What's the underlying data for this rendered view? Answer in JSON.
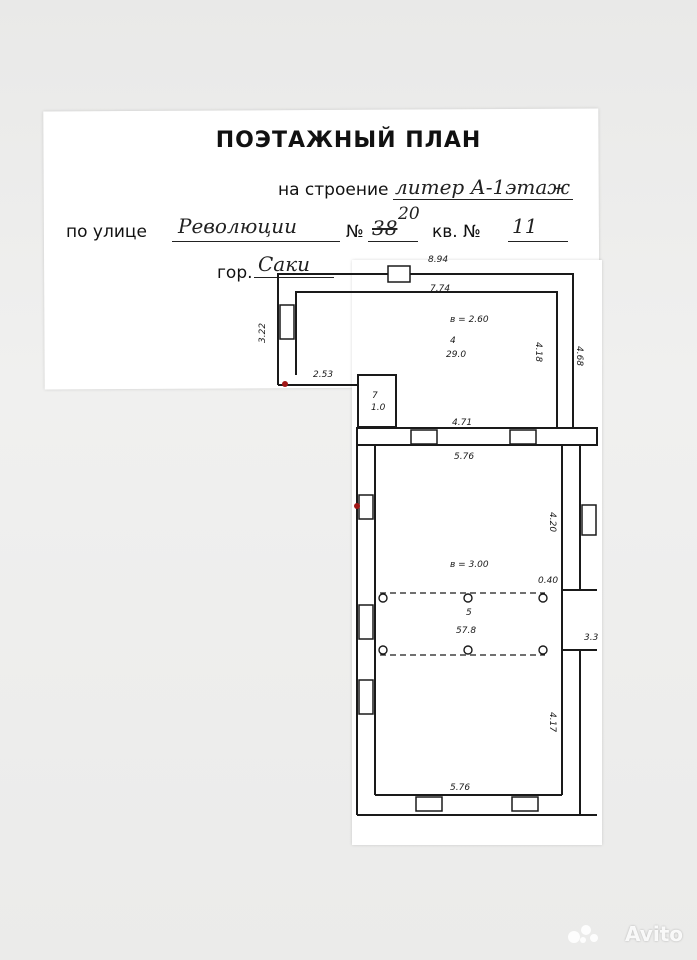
{
  "header": {
    "title": "ПОЭТАЖНЫЙ ПЛАН",
    "building_label": "на строение",
    "building_value": "литер А-1этаж",
    "street_label": "по улице",
    "street_value": "Революции",
    "number_label": "№",
    "number_value": "38",
    "number_correction": "20",
    "apt_label": "кв. №",
    "apt_value": "11",
    "city_label": "гор.",
    "city_value": "Саки"
  },
  "plan": {
    "dims": {
      "top_outer": "8.94",
      "top_inner": "7.74",
      "left_wall": "3.22",
      "right_outer": "4.68",
      "right_inner": "4.18",
      "small_width": "2.53",
      "corridor": "4.71",
      "room5_top": "5.76",
      "room5_right_upper": "4.20",
      "room5_right_lower": "4.17",
      "room5_bottom": "5.76",
      "partition": "0.40",
      "side": "3.3"
    },
    "rooms": [
      {
        "number": "4",
        "area": "29.0",
        "height": "в = 2.60"
      },
      {
        "number": "5",
        "area": "57.8",
        "height": "в = 3.00"
      },
      {
        "number": "7",
        "area": "1.0"
      }
    ]
  },
  "watermark": "Avito"
}
